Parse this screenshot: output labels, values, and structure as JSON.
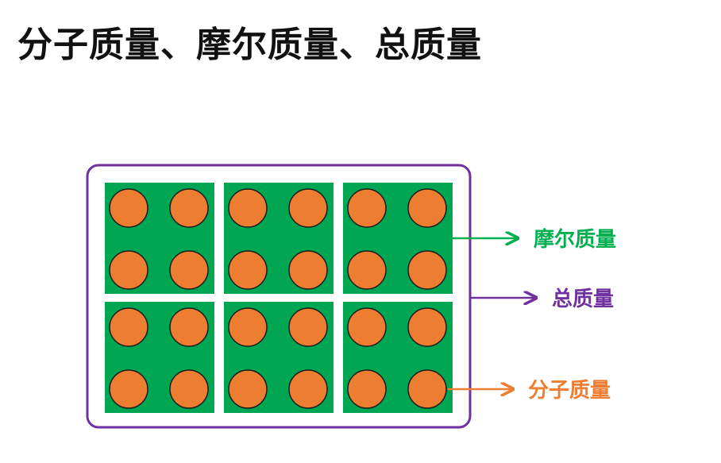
{
  "page": {
    "title": "分子质量、摩尔质量、总质量"
  },
  "labels": {
    "molar_mass": "摩尔质量",
    "total_mass": "总质量",
    "molecular_mass": "分子质量"
  },
  "structure": {
    "cell_rows": 2,
    "cell_cols": 3,
    "molecules_per_cell": 4
  },
  "colors": {
    "container_border": "#7030a0",
    "cell_fill": "#00a651",
    "molecule_fill": "#ed7d31",
    "molecule_stroke": "#1a1a1a",
    "molar_mass_label": "#00b050",
    "total_mass_label": "#7030a0",
    "molecular_mass_label": "#ed7d31"
  }
}
